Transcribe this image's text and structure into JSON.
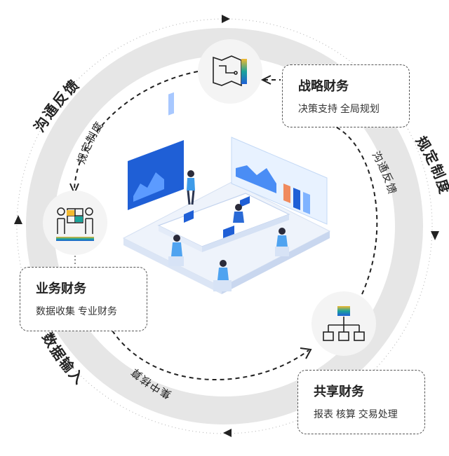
{
  "outer_labels": {
    "top_left": "沟通反馈",
    "right": "规定制度",
    "bottom_left": "数据输入"
  },
  "inner_labels": {
    "left": "规定制度",
    "right": "沟通反馈",
    "bottom": "集中核算"
  },
  "cards": [
    {
      "id": "strategic",
      "title": "战略财务",
      "subtitle": "决策支持 全局规划"
    },
    {
      "id": "business",
      "title": "业务财务",
      "subtitle": "数据收集 专业财务"
    },
    {
      "id": "shared",
      "title": "共享财务",
      "subtitle": "报表 核算 交易处理"
    }
  ],
  "nodes": [
    {
      "id": "strategic",
      "icon": "map-flow-icon"
    },
    {
      "id": "business",
      "icon": "team-puzzle-icon"
    },
    {
      "id": "shared",
      "icon": "org-hierarchy-icon"
    }
  ],
  "center_icon": "office-meeting-illustration-icon",
  "colors": {
    "ring": "#e6e6e6",
    "outer_dots": "#bbbbbb",
    "arrow": "#222222",
    "accent_blue": "#1f5fd6",
    "accent_teal": "#1aa39a",
    "accent_yellow": "#f2b930"
  }
}
